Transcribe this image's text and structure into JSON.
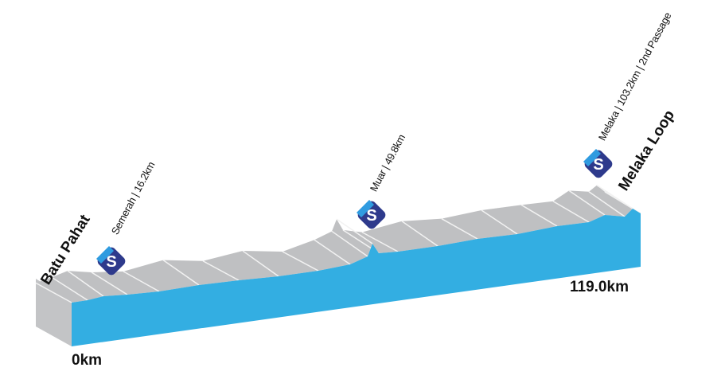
{
  "start": {
    "name": "Batu Pahat",
    "distance": "0km"
  },
  "finish": {
    "name": "Melaka Loop",
    "distance": "119.0km"
  },
  "sprints": [
    {
      "label": "Semerah | 16.2km",
      "icon": "sprint-s-icon"
    },
    {
      "label": "Muar | 49.8km",
      "icon": "sprint-s-icon"
    },
    {
      "label": "Melaka | 103.2km | 2nd Passage",
      "icon": "sprint-s-icon"
    }
  ],
  "sprint_icon_letter": "S",
  "colors": {
    "profile": "#33aee2",
    "side": "#c3c4c6",
    "sprint_dark": "#2e3a8c",
    "sprint_light": "#2f9be0"
  }
}
